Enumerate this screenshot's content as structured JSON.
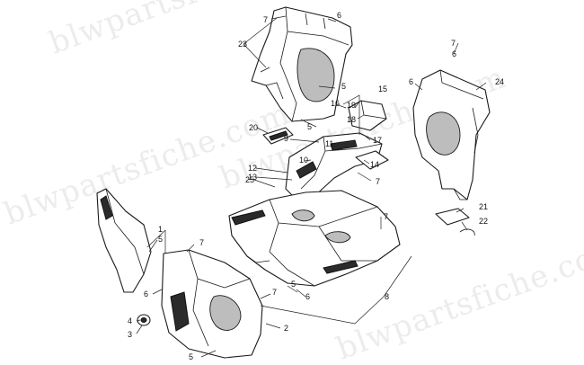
{
  "watermark": "blwpartsfiche.com",
  "callouts": [
    "1",
    "2",
    "3",
    "4",
    "5",
    "6",
    "7",
    "8",
    "9",
    "10",
    "11",
    "12",
    "13",
    "14",
    "15",
    "16",
    "17",
    "18",
    "19",
    "20",
    "21",
    "22",
    "23",
    "24",
    "25"
  ],
  "colors": {
    "line": "#1a1a1a",
    "shade": "#2b2b2b",
    "background": "#ffffff",
    "watermark": "#dcdcdc"
  }
}
